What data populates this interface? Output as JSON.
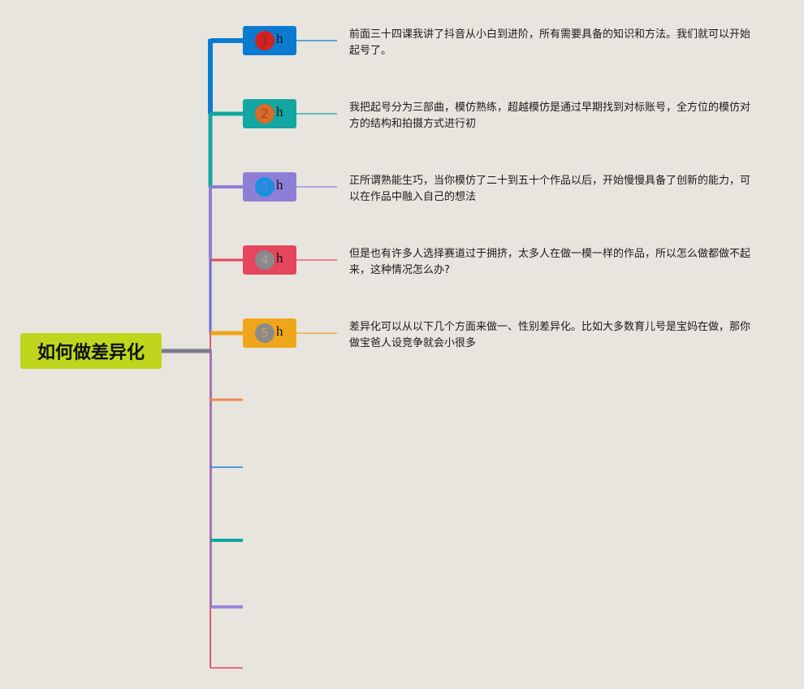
{
  "root": {
    "label": "如何做差异化",
    "color": "#bfd61d"
  },
  "branches": [
    {
      "number": "1",
      "label": "h",
      "node_color": "#0a7bd1",
      "badge_color": "#d3211f",
      "badge_text_color": "#8b2a2a",
      "line_color": "#0a7bd1",
      "text": "前面三十四课我讲了抖音从小白到进阶，所有需要具备的知识和方法。我们就可以开始起号了。"
    },
    {
      "number": "2",
      "label": "h",
      "node_color": "#12a7a0",
      "badge_color": "#d86a2a",
      "badge_text_color": "#9a4a1a",
      "line_color": "#12a7a0",
      "text": "我把起号分为三部曲，模仿熟练，超越模仿是通过早期找到对标账号，全方位的模仿对方的结构和拍摄方式进行初"
    },
    {
      "number": "3",
      "label": "h",
      "node_color": "#8e7fd6",
      "badge_color": "#1a8fe0",
      "badge_text_color": "#6a7fd0",
      "line_color": "#8e7fd6",
      "text": "正所谓熟能生巧，当你模仿了二十到五十个作品以后，开始慢慢具备了创新的能力，可以在作品中融入自己的想法"
    },
    {
      "number": "4",
      "label": "h",
      "node_color": "#e5465e",
      "badge_color": "#8a8a8a",
      "badge_text_color": "#b0a0a4",
      "line_color": "#e5465e",
      "text": "但是也有许多人选择赛道过于拥挤，太多人在做一模一样的作品，所以怎么做都做不起来，这种情况怎么办?"
    },
    {
      "number": "5",
      "label": "h",
      "node_color": "#efa61a",
      "badge_color": "#8a8a8a",
      "badge_text_color": "#c9a25a",
      "line_color": "#efa61a",
      "text": "差异化可以从以下几个方面来做一、性别差异化。比如大多数育儿号是宝妈在做，那你做宝爸人设竞争就会小很多"
    }
  ],
  "empty_branches": [
    {
      "color": "#ef8a50"
    },
    {
      "color": "#1a7fd8"
    },
    {
      "color": "#12a7a0"
    },
    {
      "color": "#9a86de"
    },
    {
      "color": "#e5465e"
    }
  ]
}
